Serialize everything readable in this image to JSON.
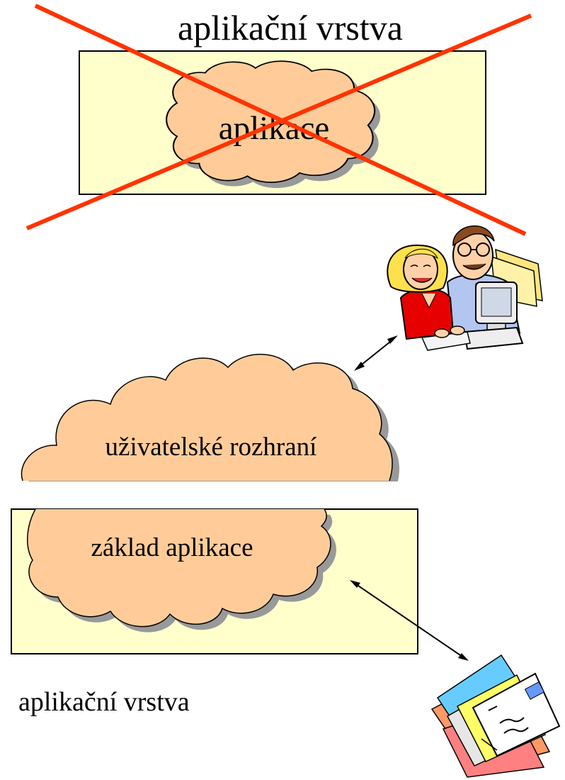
{
  "top_section": {
    "layer_label": "aplikační vrstva",
    "cloud_label": "aplikace",
    "crossed_out": true
  },
  "bottom_section": {
    "ui_cloud_label": "uživatelské rozhraní",
    "base_cloud_label": "základ aplikace",
    "layer_label": "aplikační vrstva"
  },
  "clipart": {
    "users": "users-at-computer",
    "documents": "documents-stack"
  },
  "colors": {
    "layer_fill": "#ffffcc",
    "cloud_fill": "#ffcc99",
    "cloud_shadow": "#999999",
    "cross": "#ff3300"
  }
}
